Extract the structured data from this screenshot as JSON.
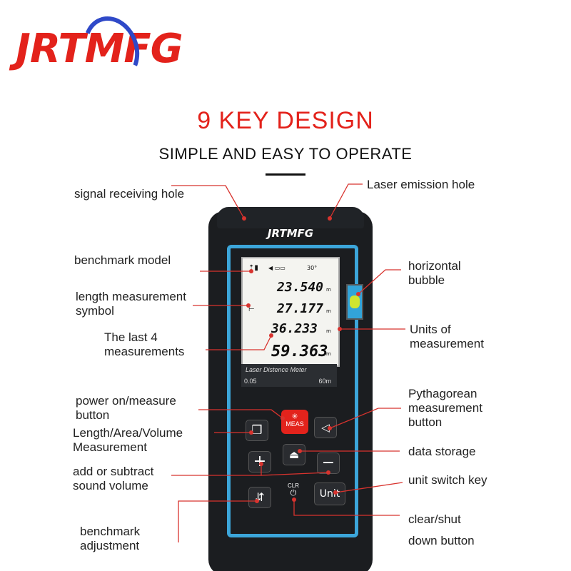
{
  "logo": {
    "text": "JRTMFG"
  },
  "header": {
    "title": "9 KEY DESIGN",
    "subtitle": "SIMPLE AND EASY TO OPERATE"
  },
  "device": {
    "brand": "JRTMFG",
    "readings": [
      {
        "value": "23.540",
        "unit": "m"
      },
      {
        "value": "27.177",
        "unit": "m"
      },
      {
        "value": "36.233",
        "unit": "m"
      },
      {
        "value": "59.363",
        "unit": "m"
      }
    ],
    "strip_label": "Laser Distence Meter",
    "range_min": "0.05",
    "range_max": "60m",
    "temperature": "30°",
    "keys": {
      "meas": "MEAS",
      "plus": "+",
      "minus": "−",
      "clr": "CLR",
      "unit": "Unit"
    }
  },
  "labels": {
    "signal_receiving_hole": "signal receiving hole",
    "laser_emission_hole": "Laser emission hole",
    "benchmark_model": "benchmark model",
    "length_measurement_symbol": [
      "length measurement",
      "symbol"
    ],
    "last_4_measurements": [
      "The last 4",
      "measurements"
    ],
    "horizontal_bubble": [
      "horizontal",
      "bubble"
    ],
    "units_of_measurement": [
      "Units of",
      "measurement"
    ],
    "power_on_measure_button": [
      "power on/measure",
      "button"
    ],
    "length_area_volume_measurement": [
      "Length/Area/Volume",
      "Measurement"
    ],
    "pythagorean_measurement_button": [
      "Pythagorean",
      "measurement",
      "button"
    ],
    "data_storage": "data storage",
    "add_or_subtract_sound_volume": [
      "add or subtract",
      "sound volume"
    ],
    "unit_switch_key": "unit switch key",
    "clear_shut_down_button": [
      "clear/shut",
      "down button"
    ],
    "benchmark_adjustment": [
      "benchmark",
      "adjustment"
    ]
  },
  "colors": {
    "accent": "#e3221b",
    "leader": "#d8332e",
    "band": "#3ca6da",
    "swoosh": "#2f49c8"
  }
}
